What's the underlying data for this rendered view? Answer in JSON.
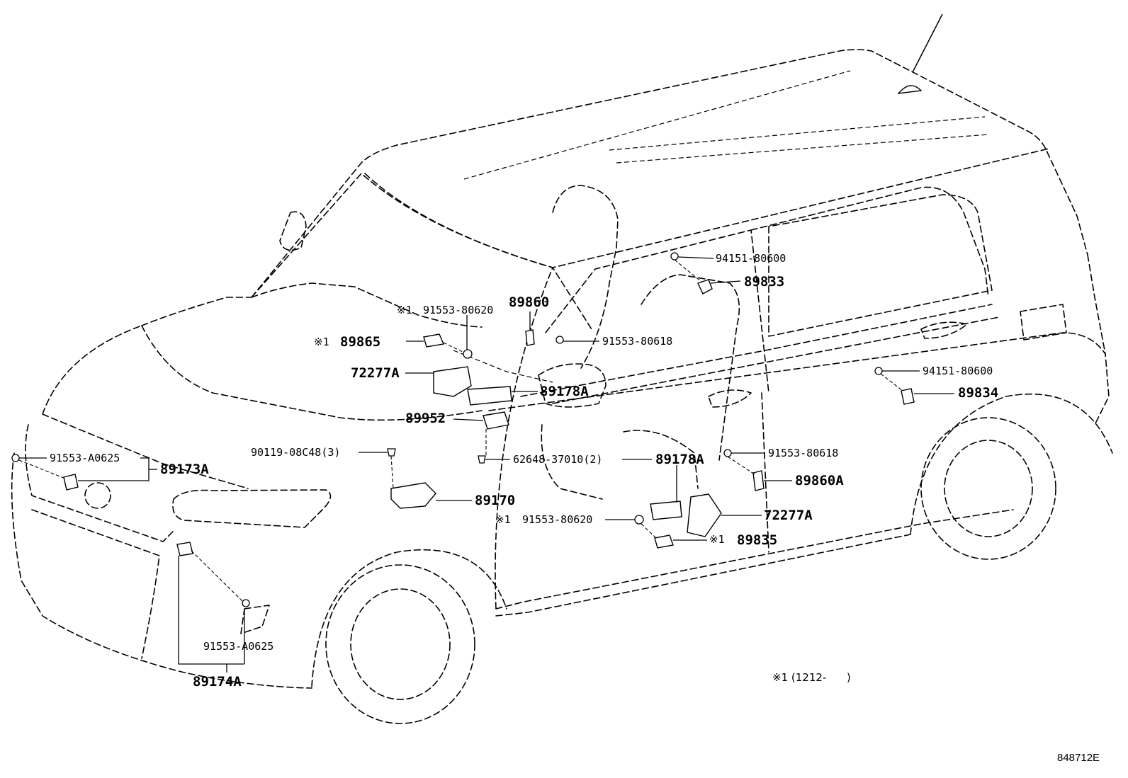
{
  "diagram": {
    "labels": {
      "p94151_top": "94151-80600",
      "p89833": "89833",
      "p89860": "89860",
      "p91553_80620_top": "91553-80620",
      "p89865": "89865",
      "p91553_80618_top": "91553-80618",
      "p72277A_left": "72277A",
      "p89178A_upper": "89178A",
      "p89952": "89952",
      "p94151_right": "94151-80600",
      "p89834": "89834",
      "p90119": "90119-08C48(3)",
      "p62648": "62648-37010(2)",
      "p89178A_lower": "89178A",
      "p91553_80618_right": "91553-80618",
      "p91553_A0625_top": "91553-A0625",
      "p89173A": "89173A",
      "p89860A": "89860A",
      "p89170": "89170",
      "p72277A_right": "72277A",
      "p91553_80620_low": "91553-80620",
      "p89835": "89835",
      "p91553_A0625_low": "91553-A0625",
      "p89174A": "89174A"
    },
    "marks": {
      "top": "※1",
      "p89865": "※1",
      "low": "※1",
      "p89835": "※1"
    },
    "footnote": "※1 (1212-      )",
    "code": "848712E"
  }
}
